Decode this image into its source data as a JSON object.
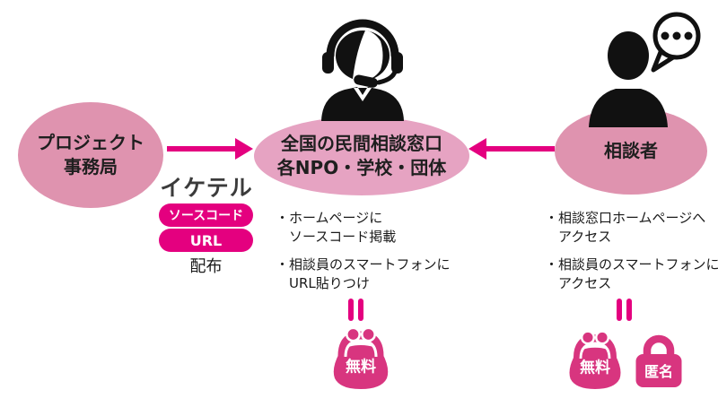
{
  "palette": {
    "accent_magenta": "#e4007f",
    "icon_pink": "#d8357f",
    "ellipse_side_pink": "#df93af",
    "ellipse_center_pink": "#e6a3c2",
    "icon_black": "#111111",
    "text_black": "#1a1a1a",
    "title_gray": "#3b3b3b"
  },
  "bullet_char": "・",
  "nodes": {
    "left": {
      "line1": "プロジェクト",
      "line2": "事務局"
    },
    "center": {
      "line1": "全国の民間相談窓口",
      "line2": "各NPO・学校・団体"
    },
    "right": {
      "label": "相談者"
    }
  },
  "distribution": {
    "title": "イケテル",
    "badges": [
      "ソースコード",
      "URL"
    ],
    "caption": "配布"
  },
  "notes_center": [
    {
      "line1": "ホームページに",
      "line2": "ソースコード掲載"
    },
    {
      "line1": "相談員のスマートフォンに",
      "line2": "URL貼りつけ"
    }
  ],
  "notes_right": [
    {
      "line1": "相談窓口ホームページへ",
      "line2": "アクセス"
    },
    {
      "line1": "相談員のスマートフォンに",
      "line2": "アクセス"
    }
  ],
  "equivalence": {
    "center": {
      "free": "無料"
    },
    "right": {
      "free": "無料",
      "anonymous": "匿名"
    }
  }
}
